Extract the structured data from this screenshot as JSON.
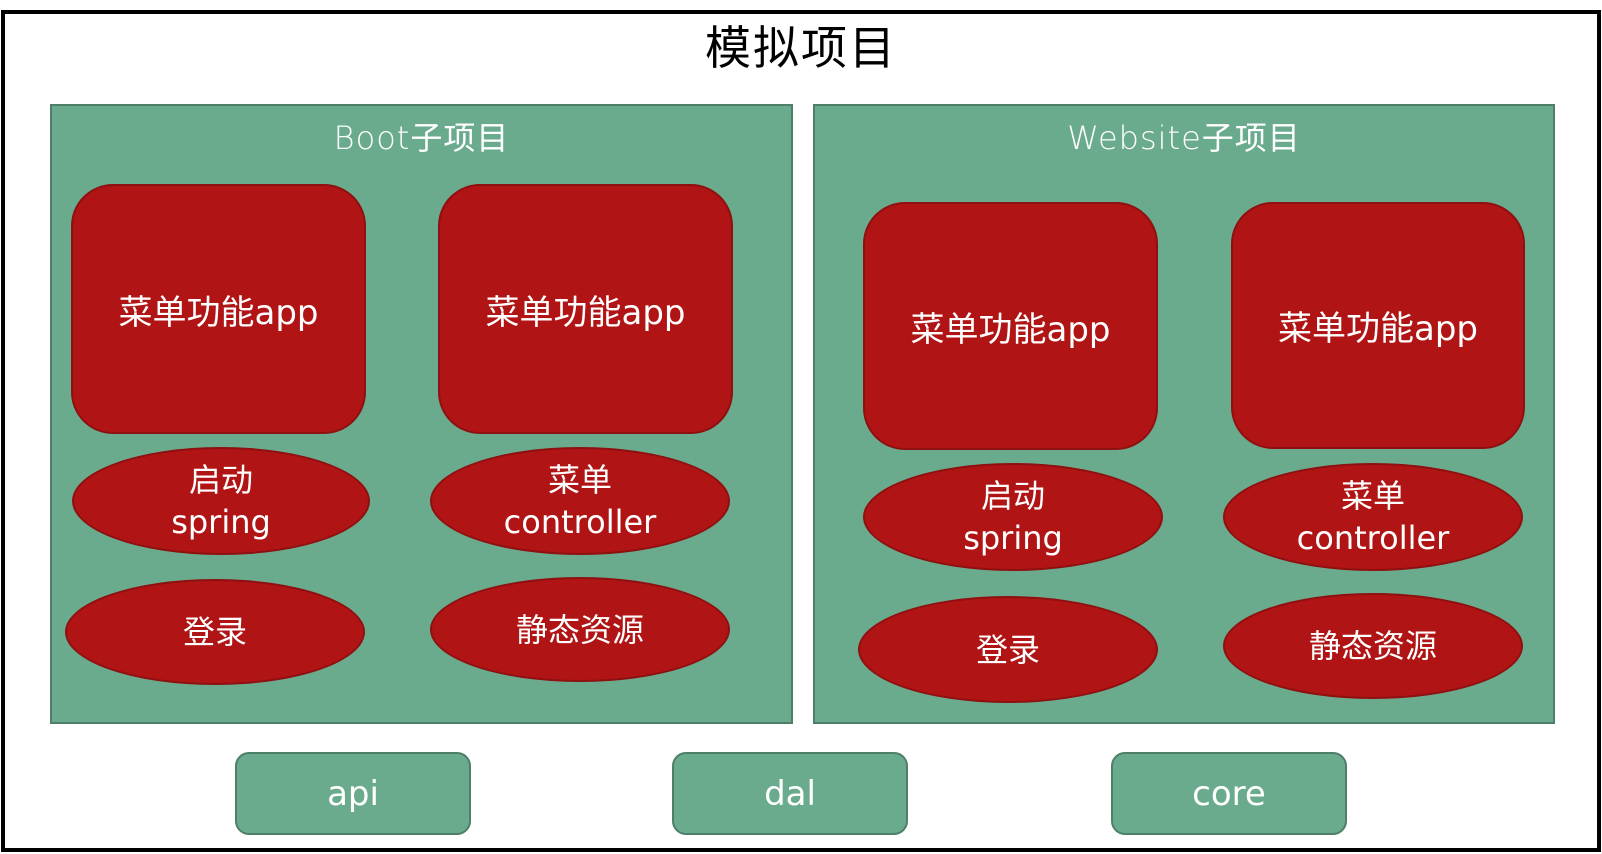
{
  "diagram": {
    "title": "模拟项目",
    "colors": {
      "frame_border": "#000000",
      "panel_fill": "#6aab8e",
      "panel_border": "#4e7f69",
      "component_fill": "#b01414",
      "component_border": "#8f1010",
      "text_light": "#ffffff",
      "text_dark": "#000000"
    },
    "subprojects": [
      {
        "title": "Boot子项目",
        "apps": [
          {
            "label": "菜单功能app"
          },
          {
            "label": "菜单功能app"
          }
        ],
        "components": [
          {
            "line1": "启动",
            "line2": "spring"
          },
          {
            "line1": "菜单",
            "line2": "controller"
          },
          {
            "line1": "登录",
            "line2": ""
          },
          {
            "line1": "静态资源",
            "line2": ""
          }
        ]
      },
      {
        "title": "Website子项目",
        "apps": [
          {
            "label": "菜单功能app"
          },
          {
            "label": "菜单功能app"
          }
        ],
        "components": [
          {
            "line1": "启动",
            "line2": "spring"
          },
          {
            "line1": "菜单",
            "line2": "controller"
          },
          {
            "line1": "登录",
            "line2": ""
          },
          {
            "line1": "静态资源",
            "line2": ""
          }
        ]
      }
    ],
    "shared_modules": [
      {
        "label": "api"
      },
      {
        "label": "dal"
      },
      {
        "label": "core"
      }
    ]
  }
}
